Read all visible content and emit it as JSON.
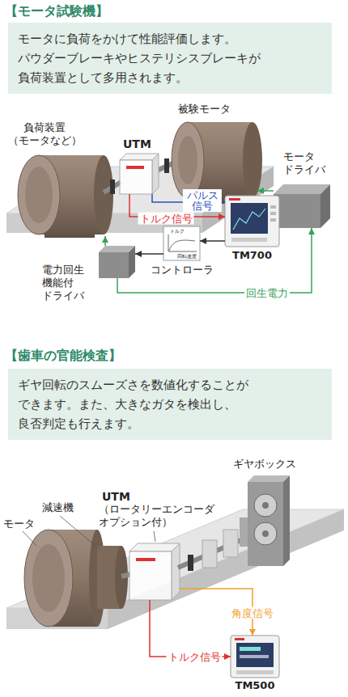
{
  "diagram": {
    "nodes": [
      {
        "text": [
          "モータに負荷をかけて性能評価します。 パウダーブレーキやヒステリシスブレーキが 負荷装置として多用されます。"
        ]
      },
      {
        "text": [
          "負荷装置 （モータなど）"
        ]
      },
      {
        "text": [
          "UTM"
        ]
      },
      {
        "text": [
          "被験モータ"
        ]
      },
      {
        "text": [
          "モータ ドライバ"
        ]
      },
      {
        "text": [
          "TM700"
        ]
      },
      {
        "text": [
          "コントローラ"
        ]
      },
      {
        "text": [
          "電力回生 機能付 ドライバ"
        ]
      },
      {
        "text": [
          "ギヤ回転のスムーズさを数値化することが できます。また、大きなガタを検出し、 良否判定も行えます。"
        ]
      },
      {
        "text": [
          "UTM",
          "（ロータリーエンコーダ オプション付）"
        ]
      },
      {
        "text": [
          "ギヤボックス"
        ]
      },
      {
        "text": [
          "TM500"
        ]
      }
    ],
    "edges": [
      {
        "from": 2,
        "to": 5,
        "arrow": "to",
        "label": "トルク信号"
      },
      {
        "from": 2,
        "to": 5,
        "arrow": "to",
        "label": "パルス 信号"
      },
      {
        "from": 5,
        "to": 6,
        "arrow": "to"
      },
      {
        "from": 6,
        "to": 7,
        "arrow": "to"
      },
      {
        "from": 4,
        "to": 3,
        "arrow": "to"
      },
      {
        "from": 7,
        "to": 1,
        "arrow": "to"
      },
      {
        "from": 7,
        "to": 4,
        "arrow": "to",
        "label": "回生電力"
      },
      {
        "from": 9,
        "to": 11,
        "arrow": "to",
        "label": "トルク信号"
      },
      {
        "from": 9,
        "to": 11,
        "arrow": "to",
        "label": "角度信号"
      }
    ],
    "labels": [
      "【モータ試験機】",
      "トルク",
      "回転速度",
      "【歯車の官能検査】",
      "モータ",
      "減速機"
    ]
  }
}
